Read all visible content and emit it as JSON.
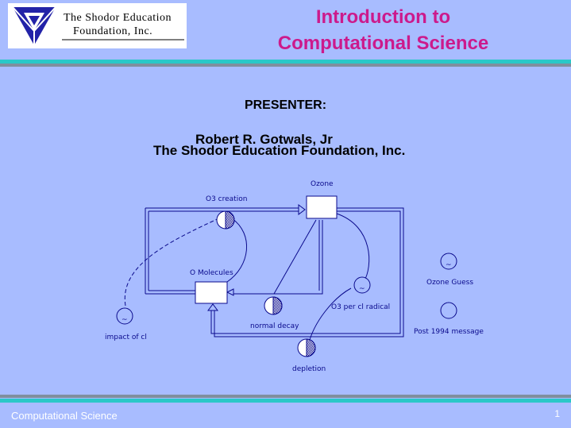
{
  "logo": {
    "line1": "The Shodor Education",
    "line2": "Foundation, Inc.",
    "colors": {
      "triangle": "#2222a8",
      "box": "#ffffff"
    }
  },
  "slide": {
    "title_line1": "Introduction to",
    "title_line2": "Computational Science",
    "presenter_label": "PRESENTER:",
    "presenter_name": "Robert R. Gotwals, Jr",
    "presenter_org": "The Shodor Education Foundation, Inc."
  },
  "diagram": {
    "stocks": {
      "ozone": "Ozone",
      "o_molecules": "O Molecules"
    },
    "flows": {
      "o3_creation": "O3 creation",
      "normal_decay": "normal decay",
      "depletion": "depletion"
    },
    "converters": {
      "impact_of_cl": "impact of cl",
      "o3_per_cl_radical": "O3 per cl radical",
      "ozone_guess": "Ozone Guess",
      "post_1994_message": "Post 1994 message"
    }
  },
  "footer": {
    "course_title": "Computational Science",
    "page_number": "1"
  },
  "colors": {
    "background": "#a8bcff",
    "title": "#cc1a8c",
    "diagram": "#0a0a8c",
    "teal_bar": "#2ac8c8",
    "gray_bar": "#7f8f9e",
    "footer_text": "#ffffff"
  }
}
